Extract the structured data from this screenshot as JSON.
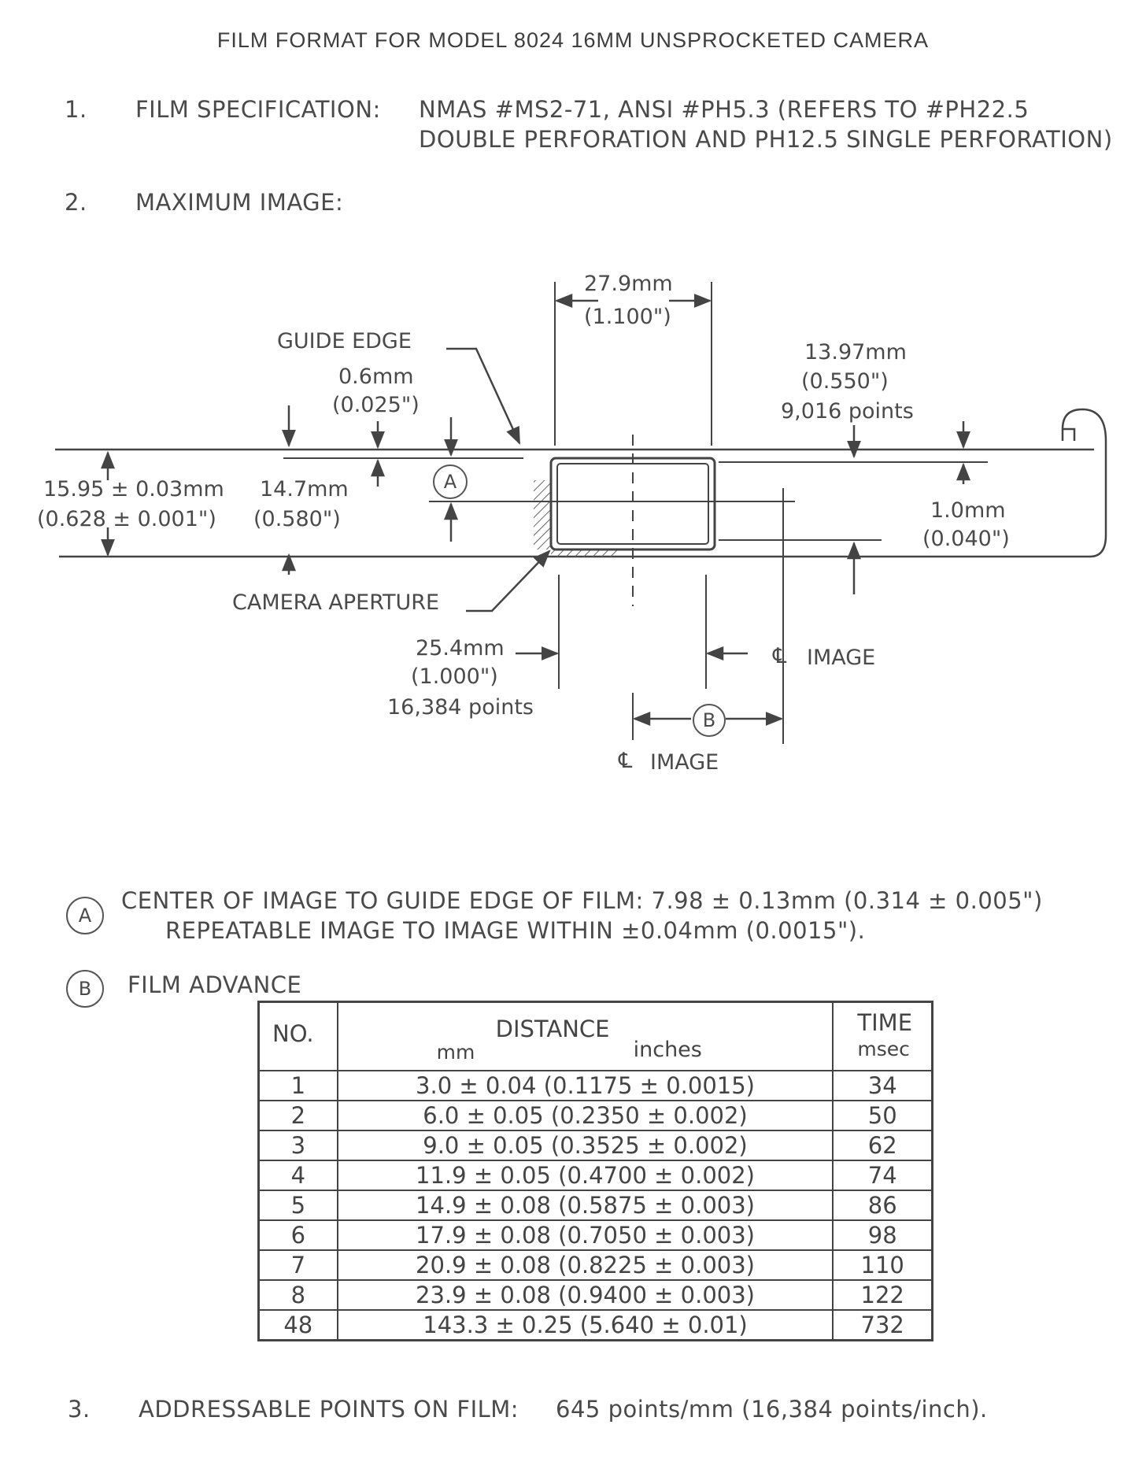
{
  "title": "FILM FORMAT FOR MODEL 8024 16MM UNSPROCKETED CAMERA",
  "sections": {
    "s1": {
      "number": "1.",
      "label": "FILM SPECIFICATION:",
      "line1": "NMAS #MS2-71, ANSI #PH5.3 (REFERS TO #PH22.5",
      "line2": "DOUBLE PERFORATION AND PH12.5 SINGLE PERFORATION)"
    },
    "s2": {
      "number": "2.",
      "label": "MAXIMUM IMAGE:"
    },
    "s3": {
      "number": "3.",
      "label": "ADDRESSABLE POINTS ON FILM:",
      "value": "645 points/mm (16,384 points/inch)."
    }
  },
  "diagram": {
    "guide_edge": "GUIDE EDGE",
    "camera_aperture": "CAMERA APERTURE",
    "dim_top_mm": "27.9mm",
    "dim_top_in": "(1.100\")",
    "dim_guide_mm": "0.6mm",
    "dim_guide_in": "(0.025\")",
    "dim_right_mm": "13.97mm",
    "dim_right_in": "(0.550\")",
    "dim_right_pts": "9,016 points",
    "dim_width_mm": "15.95 ± 0.03mm",
    "dim_width_in": "(0.628 ± 0.001\")",
    "dim_inner_mm": "14.7mm",
    "dim_inner_in": "(0.580\")",
    "dim_edge_mm": "1.0mm",
    "dim_edge_in": "(0.040\")",
    "dim_bottom_mm": "25.4mm",
    "dim_bottom_in": "(1.000\")",
    "dim_bottom_pts": "16,384 points",
    "cl_image_1": "IMAGE",
    "cl_image_2": "IMAGE",
    "marker_a": "A",
    "marker_b": "B"
  },
  "notes": {
    "a_marker": "A",
    "a_line1": "CENTER OF IMAGE TO GUIDE EDGE OF FILM:  7.98 ± 0.13mm (0.314 ± 0.005\")",
    "a_line2": "REPEATABLE IMAGE TO IMAGE WITHIN ±0.04mm (0.0015\").",
    "b_marker": "B",
    "b_label": "FILM ADVANCE"
  },
  "table": {
    "headers": {
      "no": "NO.",
      "distance": "DISTANCE",
      "mm": "mm",
      "inches": "inches",
      "time": "TIME",
      "msec": "msec"
    },
    "rows": [
      {
        "no": "1",
        "distance": "3.0 ± 0.04 (0.1175 ± 0.0015)",
        "time": "34"
      },
      {
        "no": "2",
        "distance": "6.0 ± 0.05 (0.2350 ± 0.002)",
        "time": "50"
      },
      {
        "no": "3",
        "distance": "9.0 ± 0.05 (0.3525 ± 0.002)",
        "time": "62"
      },
      {
        "no": "4",
        "distance": "11.9 ± 0.05 (0.4700 ± 0.002)",
        "time": "74"
      },
      {
        "no": "5",
        "distance": "14.9 ± 0.08 (0.5875 ± 0.003)",
        "time": "86"
      },
      {
        "no": "6",
        "distance": "17.9 ± 0.08 (0.7050 ± 0.003)",
        "time": "98"
      },
      {
        "no": "7",
        "distance": "20.9 ± 0.08 (0.8225 ± 0.003)",
        "time": "110"
      },
      {
        "no": "8",
        "distance": "23.9 ± 0.08 (0.9400 ± 0.003)",
        "time": "122"
      },
      {
        "no": "48",
        "distance": "143.3 ± 0.25 (5.640 ± 0.01)",
        "time": "732"
      }
    ]
  }
}
